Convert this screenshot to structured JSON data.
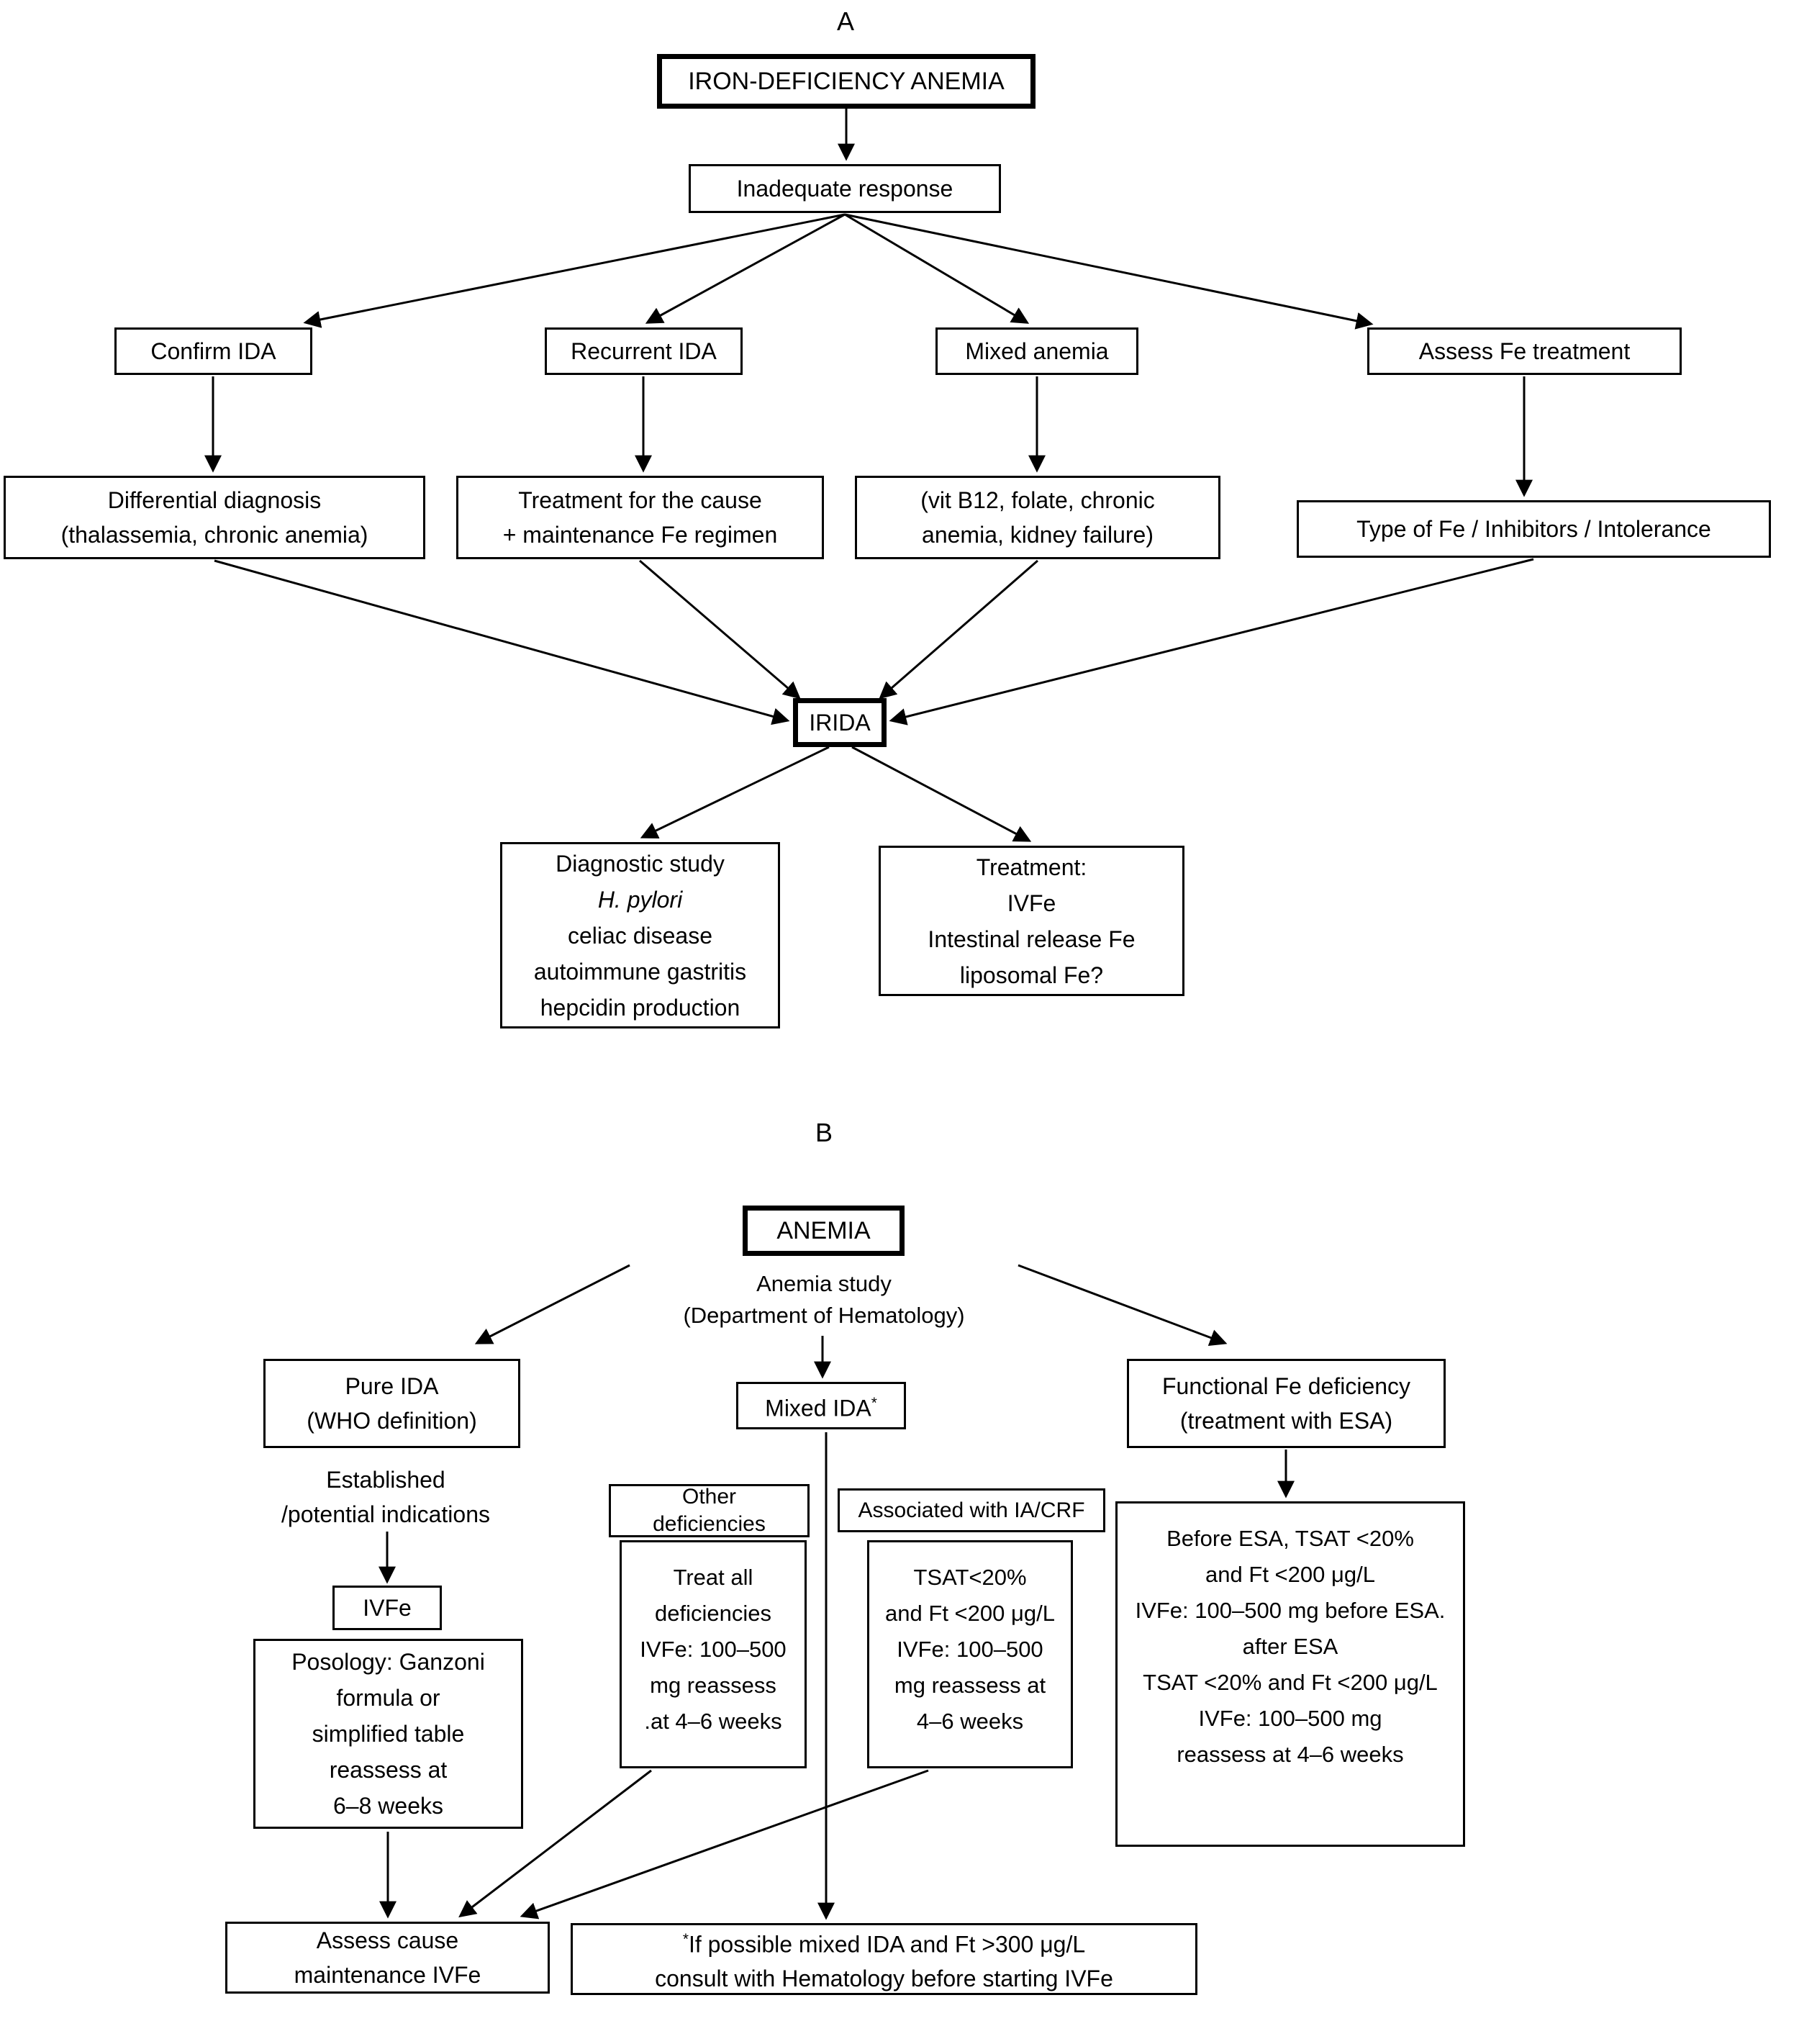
{
  "colors": {
    "line": "#000000",
    "background": "#ffffff",
    "text": "#000000"
  },
  "panel_a": {
    "label": "A",
    "ida": "IRON-DEFICIENCY ANEMIA",
    "inadequate": "Inadequate response",
    "confirm": "Confirm IDA",
    "recurrent": "Recurrent IDA",
    "mixed_anemia": "Mixed anemia",
    "assess_fe": "Assess Fe treatment",
    "differential": [
      "Differential diagnosis",
      "(thalassemia, chronic anemia)"
    ],
    "treatment_cause": [
      "Treatment for the cause",
      "+ maintenance Fe regimen"
    ],
    "vit_b12": [
      "(vit B12, folate, chronic",
      "anemia, kidney failure)"
    ],
    "type_fe": "Type of Fe / Inhibitors / Intolerance",
    "irida": "IRIDA",
    "diagnostic": [
      "Diagnostic study",
      "H. pylori",
      "celiac disease",
      "autoimmune gastritis",
      "hepcidin production"
    ],
    "treatment": [
      "Treatment:",
      "IVFe",
      "Intestinal release Fe",
      "liposomal Fe?"
    ]
  },
  "panel_b": {
    "label": "B",
    "anemia": "ANEMIA",
    "anemia_study": [
      "Anemia study",
      "(Department of Hematology)"
    ],
    "pure_ida": [
      "Pure IDA",
      "(WHO definition)"
    ],
    "established": [
      "Established",
      "/potential indications"
    ],
    "ivfe": "IVFe",
    "posology": [
      "Posology: Ganzoni",
      "formula or",
      "simplified table",
      "reassess at",
      "6–8 weeks"
    ],
    "mixed_ida": {
      "label": "Mixed IDA",
      "sup": "*"
    },
    "other_def": [
      "Other",
      "deficiencies"
    ],
    "treat_all": [
      "Treat all",
      "deficiencies",
      "IVFe: 100–500",
      "mg reassess",
      ".at 4–6 weeks"
    ],
    "assoc": "Associated with IA/CRF",
    "tsat": [
      "TSAT<20%",
      "and Ft <200 μg/L",
      "IVFe: 100–500",
      "mg reassess at",
      "4–6 weeks"
    ],
    "functional": [
      "Functional Fe deficiency",
      "(treatment with ESA)"
    ],
    "before_esa": [
      "Before ESA, TSAT <20%",
      "and Ft <200 μg/L",
      "IVFe: 100–500 mg before ESA.",
      "after ESA",
      "TSAT <20% and Ft <200 μg/L",
      "IVFe: 100–500 mg",
      "reassess at 4–6 weeks"
    ],
    "assess_cause": [
      "Assess cause",
      "maintenance IVFe"
    ],
    "note": {
      "sup": "*",
      "line1": "If possible mixed IDA and Ft >300 μg/L",
      "line2": "consult with Hematology before starting IVFe"
    }
  },
  "edges": [
    [
      "iron-deficiency-anemia",
      "inadequate-response"
    ],
    [
      "inadequate-response",
      "confirm-ida"
    ],
    [
      "inadequate-response",
      "recurrent-ida"
    ],
    [
      "inadequate-response",
      "mixed-anemia"
    ],
    [
      "inadequate-response",
      "assess-fe-treatment"
    ],
    [
      "confirm-ida",
      "differential-diagnosis"
    ],
    [
      "recurrent-ida",
      "treatment-for-cause"
    ],
    [
      "mixed-anemia",
      "vit-b12-folate"
    ],
    [
      "assess-fe-treatment",
      "type-of-fe"
    ],
    [
      "differential-diagnosis",
      "irida"
    ],
    [
      "treatment-for-cause",
      "irida"
    ],
    [
      "vit-b12-folate",
      "irida"
    ],
    [
      "type-of-fe",
      "irida"
    ],
    [
      "irida",
      "diagnostic-study"
    ],
    [
      "irida",
      "treatment-ivfe"
    ],
    [
      "anemia",
      "pure-ida"
    ],
    [
      "anemia",
      "mixed-ida"
    ],
    [
      "anemia",
      "functional-fe-deficiency"
    ],
    [
      "established-indications",
      "ivfe"
    ],
    [
      "mixed-ida",
      "asterisk-note"
    ],
    [
      "functional-fe-deficiency",
      "before-esa-box"
    ],
    [
      "posology",
      "assess-cause"
    ],
    [
      "treat-all-deficiencies",
      "assess-cause"
    ],
    [
      "tsat-box",
      "assess-cause"
    ]
  ]
}
